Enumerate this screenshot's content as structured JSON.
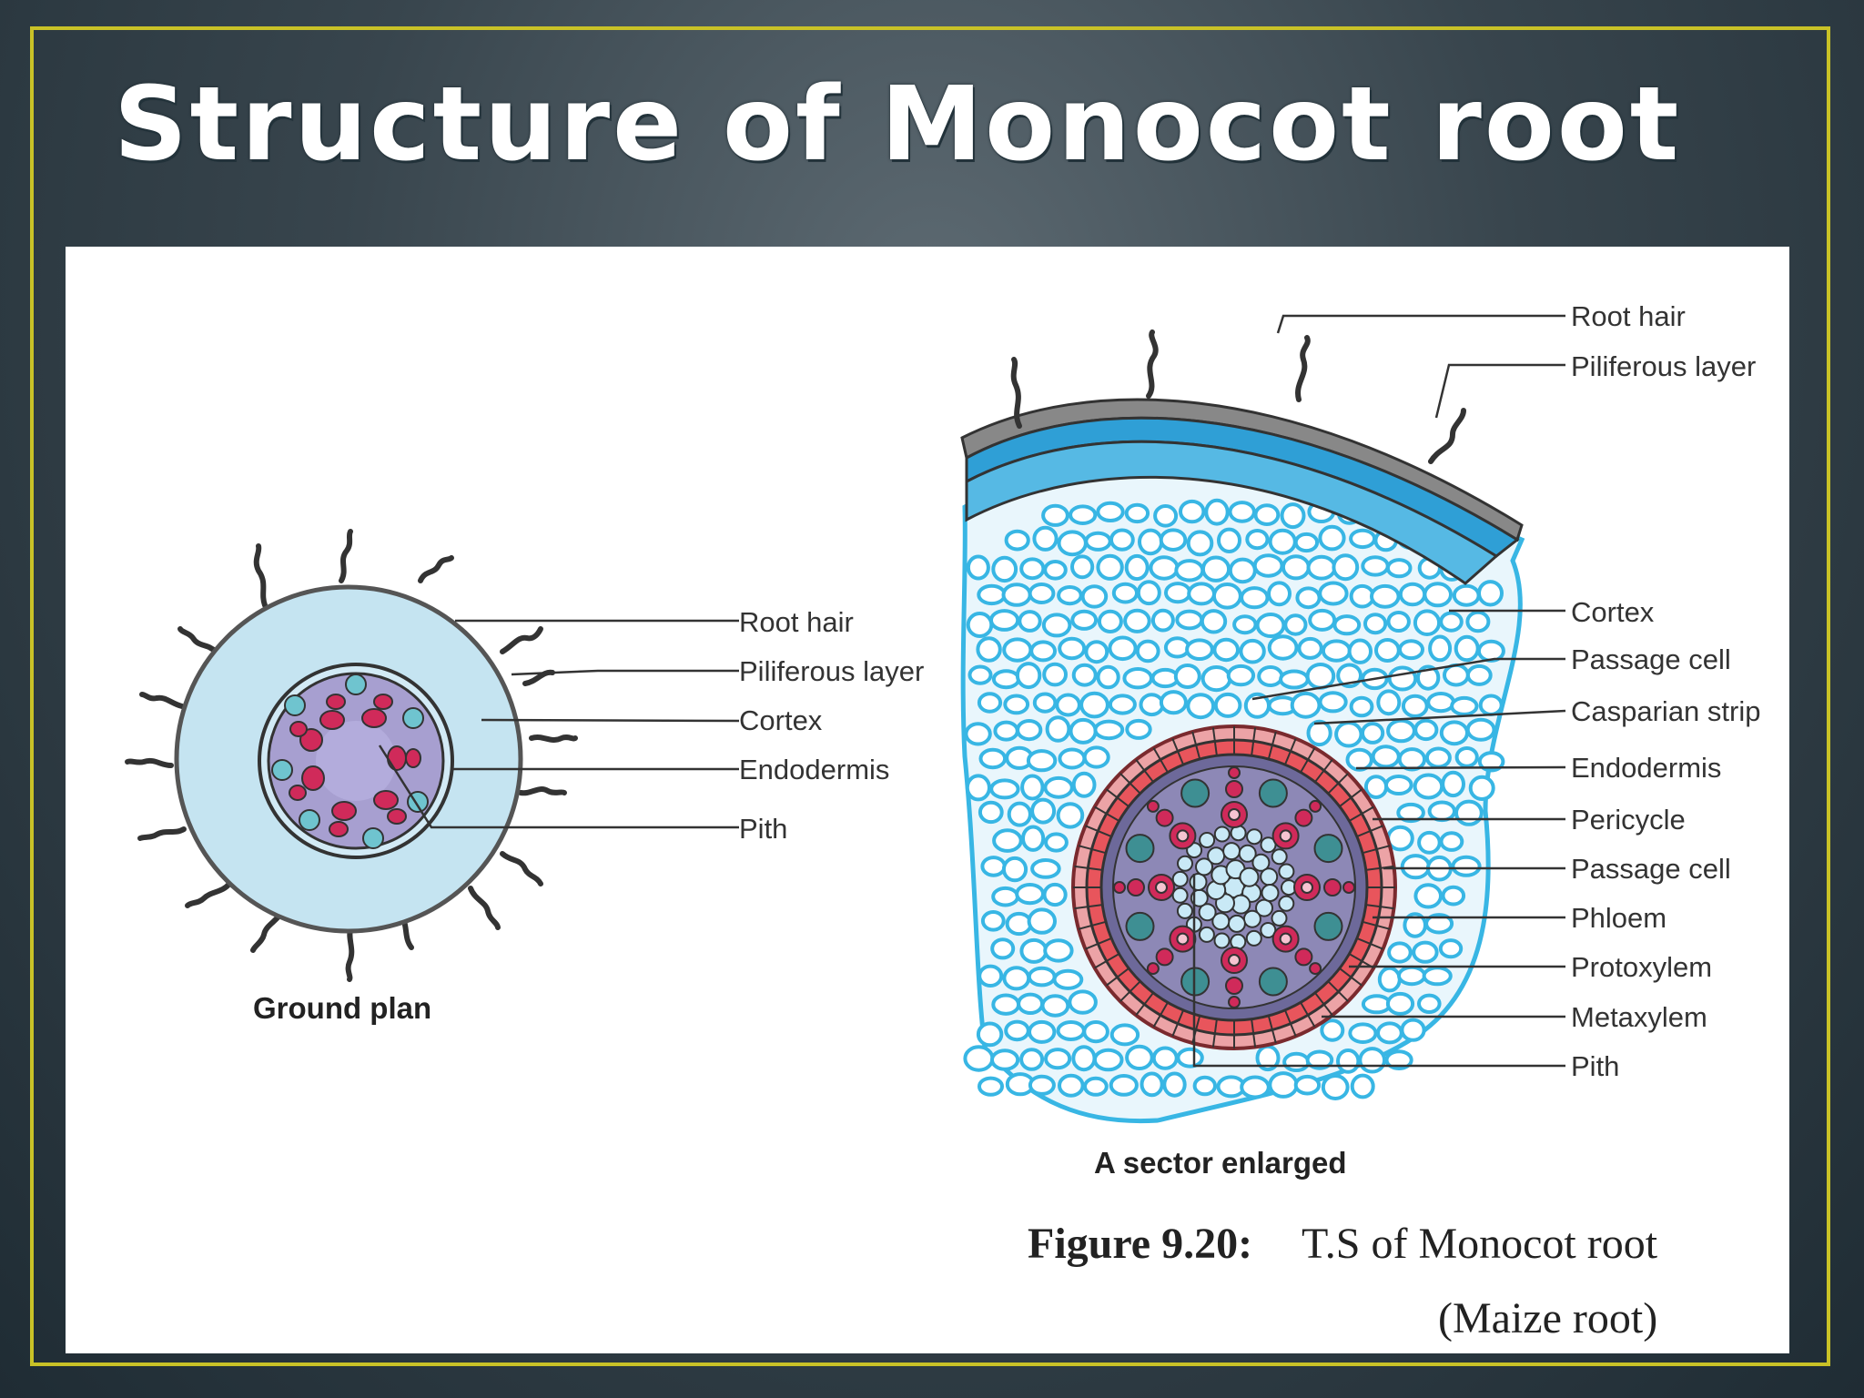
{
  "slide": {
    "title": "Structure of Monocot root"
  },
  "ground_plan": {
    "caption": "Ground plan",
    "labels": [
      "Root hair",
      "Piliferous layer",
      "Cortex",
      "Endodermis",
      "Pith"
    ]
  },
  "sector": {
    "caption": "A sector enlarged",
    "labels": [
      "Root hair",
      "Piliferous layer",
      "Cortex",
      "Passage cell",
      "Casparian strip",
      "Endodermis",
      "Pericycle",
      "Passage cell",
      "Phloem",
      "Protoxylem",
      "Metaxylem",
      "Pith"
    ]
  },
  "figure": {
    "number": "Figure 9.20:",
    "title": "T.S of Monocot root",
    "subtitle": "(Maize root)"
  },
  "colors": {
    "frame": "#c9c227",
    "cortex_light": "#c5e4f1",
    "cortex_stroke": "#38b6e4",
    "piliferous": "#2f9fd6",
    "stele": "#a79fd0",
    "xylem": "#d02a5a",
    "endodermis": "#e8555c"
  }
}
